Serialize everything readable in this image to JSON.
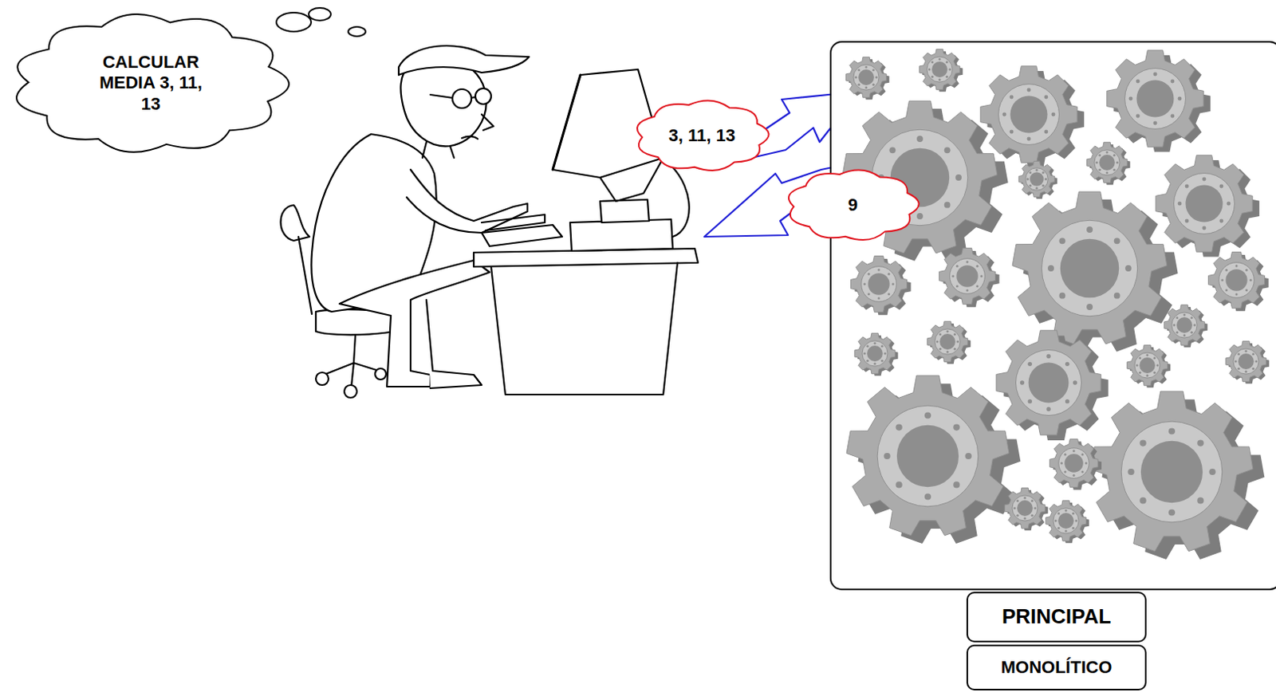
{
  "diagram": {
    "nodes": [
      {
        "text": [
          "CALCULAR MEDIA 3, 11, 13"
        ]
      },
      {
        "text": [
          "3, 11, 13"
        ]
      },
      {
        "text": [
          "9"
        ]
      },
      {
        "text": [
          "PRINCIPAL"
        ]
      },
      {
        "text": [
          "MONOLÍTICO"
        ]
      }
    ]
  }
}
